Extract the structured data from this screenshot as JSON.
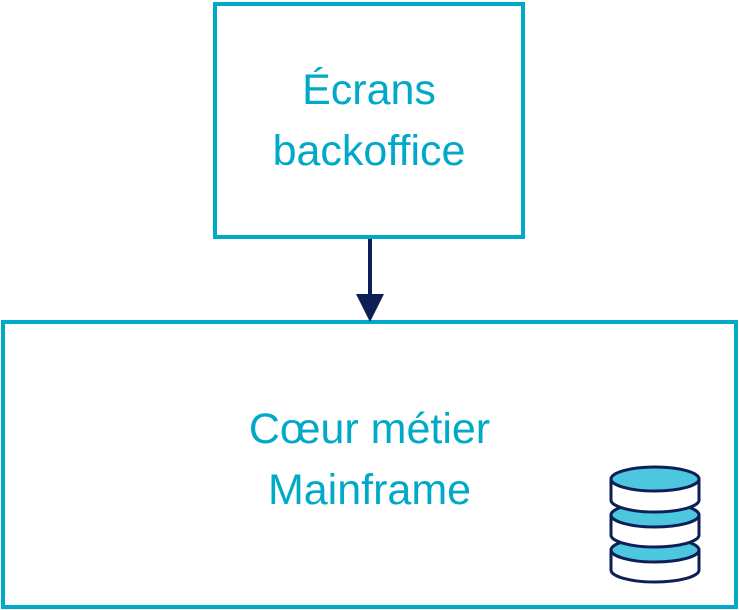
{
  "nodes": {
    "top": {
      "line1": "Écrans",
      "line2": "backoffice"
    },
    "bottom": {
      "line1": "Cœur métier",
      "line2": "Mainframe",
      "icon": "database-icon"
    }
  },
  "colors": {
    "box": "#00a9c8",
    "arrow": "#0e1f56",
    "db_fill": "#4dc6df"
  }
}
